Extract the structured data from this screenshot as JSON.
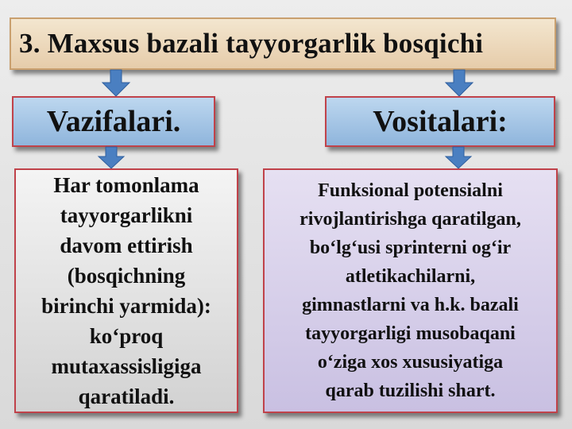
{
  "title": "3. Maxsus bazali tayyorgarlik bosqichi",
  "left": {
    "heading": "Vazifalari.",
    "body": "Har tomonlama\ntayyorgarlikni\ndavom ettirish\n(bosqichning\nbirinchi yarmida):\nko‘proq\nmutaxassisligiga\nqaratiladi."
  },
  "right": {
    "heading": "Vositalari:",
    "body": "Funksional potensialni\nrivojlantirishga qaratilgan,\nbo‘lg‘usi sprinterni og‘ir\natletikachilarni,\ngimnastlarni va h.k. bazali\ntayyorgarligi musobaqani\no‘ziga xos xususiyatiga\nqarab tuzilishi shart."
  },
  "colors": {
    "title_fill": "#ecd8bb",
    "heading_fill": "#a6c6e6",
    "heading_border": "#c0424a",
    "arrow": "#4a7fc1",
    "left_body_fill": "#e6e6e6",
    "right_body_fill": "#d9d2ec"
  }
}
